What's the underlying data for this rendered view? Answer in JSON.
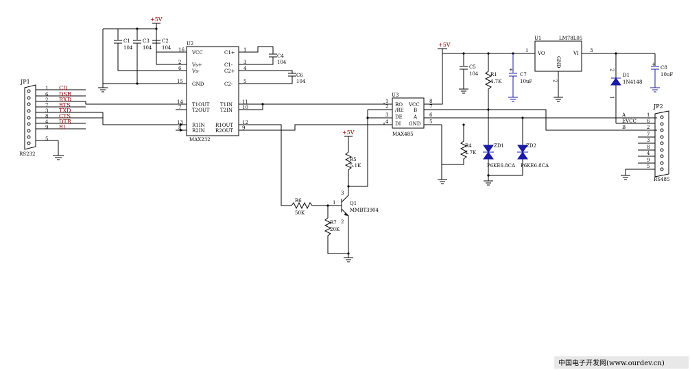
{
  "connector_jp1": {
    "ref": "JP1",
    "name": "RS232",
    "pins": [
      "1",
      "6",
      "2",
      "7",
      "3",
      "8",
      "4",
      "9",
      "5"
    ],
    "signals": [
      "CD",
      "DSR",
      "RXD",
      "RTS",
      "TXD",
      "CTS",
      "DTR",
      "RI"
    ]
  },
  "connector_jp2": {
    "ref": "JP2",
    "name": "RS485",
    "pins": [
      "1",
      "6",
      "2",
      "7",
      "3",
      "8",
      "4",
      "9",
      "5"
    ],
    "signals": [
      "A",
      "EVCC",
      "B"
    ]
  },
  "u2": {
    "ref": "U2",
    "name": "MAX232",
    "left_pins": [
      {
        "num": "16",
        "name": "VCC"
      },
      {
        "num": "2",
        "name": "Vs+"
      },
      {
        "num": "6",
        "name": "Vs-"
      },
      {
        "num": "15",
        "name": "GND"
      },
      {
        "num": "14",
        "name": "T1OUT"
      },
      {
        "num": "7",
        "name": "T2OUT"
      },
      {
        "num": "13",
        "name": "R1IN"
      },
      {
        "num": "8",
        "name": "R2IN"
      }
    ],
    "right_pins": [
      {
        "num": "1",
        "name": "C1+"
      },
      {
        "num": "3",
        "name": "C1-"
      },
      {
        "num": "4",
        "name": "C2+"
      },
      {
        "num": "5",
        "name": "C2-"
      },
      {
        "num": "11",
        "name": "T1IN"
      },
      {
        "num": "10",
        "name": "T2IN"
      },
      {
        "num": "12",
        "name": "R1OUT"
      },
      {
        "num": "9",
        "name": "R2OUT"
      }
    ]
  },
  "u3": {
    "ref": "U3",
    "name": "MAX485",
    "left_pins": [
      {
        "num": "1",
        "name": "RO"
      },
      {
        "num": "2",
        "name": "/RE"
      },
      {
        "num": "3",
        "name": "DE"
      },
      {
        "num": "4",
        "name": "DI"
      }
    ],
    "right_pins": [
      {
        "num": "8",
        "name": "VCC"
      },
      {
        "num": "7",
        "name": "B"
      },
      {
        "num": "6",
        "name": "A"
      },
      {
        "num": "5",
        "name": "GND"
      }
    ]
  },
  "u1": {
    "ref": "U1",
    "name": "LM78L05",
    "pin_vo": "VO",
    "pin_gnd": "GND",
    "pin_vi": "VI",
    "pin_nums": [
      "1",
      "2",
      "3"
    ]
  },
  "caps": {
    "c1": {
      "ref": "C1",
      "value": "104"
    },
    "c2": {
      "ref": "C2",
      "value": "104"
    },
    "c3": {
      "ref": "C3",
      "value": "104"
    },
    "c4": {
      "ref": "C4",
      "value": "104"
    },
    "c5": {
      "ref": "C5",
      "value": "104"
    },
    "c6": {
      "ref": "C6",
      "value": "104"
    },
    "c7": {
      "ref": "C7",
      "value": "10uF"
    },
    "c8": {
      "ref": "C8",
      "value": "10uF"
    }
  },
  "resistors": {
    "r1": {
      "ref": "R1",
      "value": "4.7K"
    },
    "r4": {
      "ref": "R4",
      "value": "4.7K"
    },
    "r5": {
      "ref": "R5",
      "value": "5.1K"
    },
    "r6": {
      "ref": "R6",
      "value": "50K"
    },
    "r7": {
      "ref": "R7",
      "value": "20K"
    }
  },
  "diodes": {
    "d1": {
      "ref": "D1",
      "value": "1N4148",
      "pin_a": "2",
      "pin_b": "1"
    },
    "zd1": {
      "ref": "ZD1",
      "value": "P6KE6.8CA"
    },
    "zd2": {
      "ref": "ZD2",
      "value": "P6KE6.8CA"
    }
  },
  "transistor": {
    "ref": "Q1",
    "value": "MMBT3904",
    "pins": [
      "1",
      "3",
      "2"
    ]
  },
  "power_label": "+5V",
  "watermark": "中国电子开发网(www.ourdev.cn)"
}
